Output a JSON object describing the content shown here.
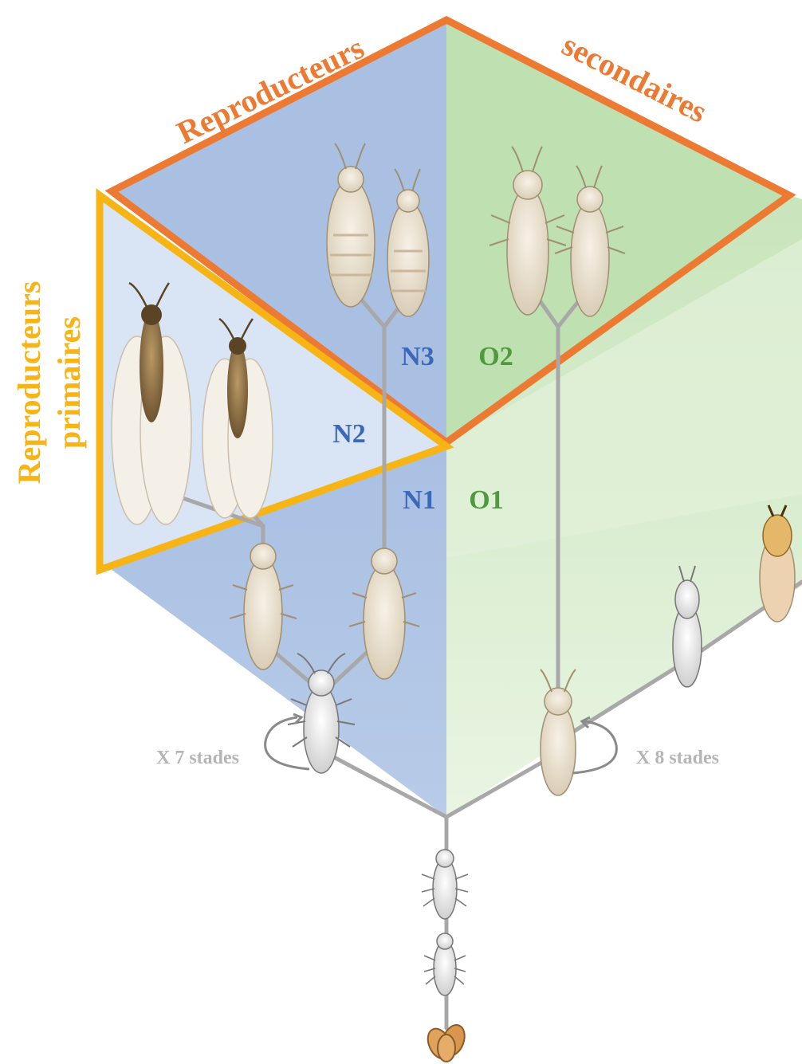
{
  "titles": {
    "secondary_left": "Reproducteurs",
    "secondary_right": "secondaires",
    "primary_line1": "Reproducteurs",
    "primary_line2": "primaires"
  },
  "stage_labels": {
    "n1": "N1",
    "n2": "N2",
    "n3": "N3",
    "o1": "O1",
    "o2": "O2"
  },
  "molt_labels": {
    "left": "X 7 stades",
    "right": "X 8 stades"
  },
  "colors": {
    "blue_panel": "#a9c0e3",
    "blue_light": "#d9e4f4",
    "green_panel": "#bfe0b0",
    "green_light": "#dff0d6",
    "orange_border": "#ec7a32",
    "yellow_border": "#f6b415",
    "blue_text": "#3c68b8",
    "green_text": "#4f9a3c",
    "gray_line": "#a8a8a8",
    "gray_text": "#b5b5b5"
  },
  "icons": {
    "insects": "termite-icon",
    "winged": "winged-termite-icon",
    "eggs": "egg-cluster-icon",
    "molt_arrow": "curved-arrow-icon"
  }
}
